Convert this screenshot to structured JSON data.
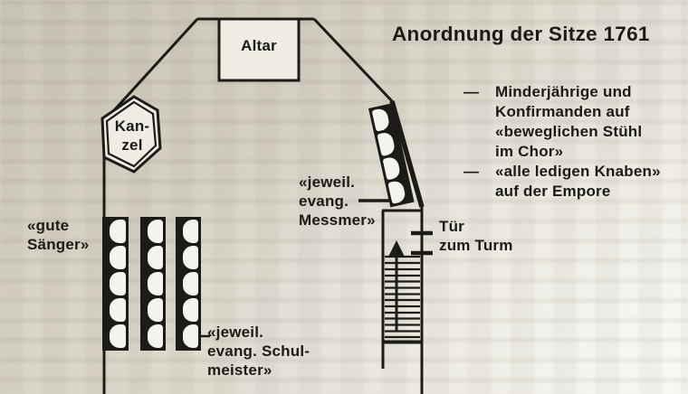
{
  "title": "Anordnung der Sitze 1761",
  "legend": {
    "items": [
      {
        "marker": "—",
        "lines": [
          "Minderjährige und",
          "Konfirmanden auf",
          "«beweglichen Stühl",
          "im Chor»"
        ]
      },
      {
        "marker": "—",
        "lines": [
          "«alle ledigen Knaben»",
          "auf der Empore"
        ]
      }
    ]
  },
  "plan": {
    "altar_label": "Altar",
    "kanzel": {
      "lines": [
        "Kan-",
        "zel"
      ]
    },
    "gute_saenger": {
      "lines": [
        "«gute",
        "Sänger»"
      ]
    },
    "messmer": {
      "lines": [
        "«jeweil.",
        "evang.",
        "Messmer»"
      ]
    },
    "schulmeister": {
      "lines": [
        "«jeweil.",
        "evang. Schul-",
        "meister»"
      ]
    },
    "tuer": {
      "lines": [
        "Tür",
        "zum Turm"
      ]
    },
    "seat_counts": {
      "nave_columns": [
        5,
        5,
        5
      ],
      "choir_column": 4
    }
  },
  "colors": {
    "ink": "#1c1b18",
    "paper": "#d8d4c6",
    "paper_light": "#eeece4",
    "seat": "#f5f3ed"
  }
}
